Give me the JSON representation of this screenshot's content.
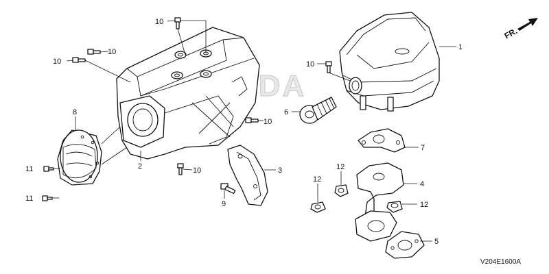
{
  "diagram": {
    "direction_label": "FR.",
    "watermark": "HONDA",
    "code": "V204E1600A",
    "callouts": [
      {
        "id": "c10a",
        "text": "10"
      },
      {
        "id": "c10b",
        "text": "10"
      },
      {
        "id": "c10c",
        "text": "10"
      },
      {
        "id": "c10d",
        "text": "10"
      },
      {
        "id": "c10e",
        "text": "10"
      },
      {
        "id": "c10f",
        "text": "10"
      },
      {
        "id": "c1",
        "text": "1"
      },
      {
        "id": "c8",
        "text": "8"
      },
      {
        "id": "c6",
        "text": "6"
      },
      {
        "id": "c7",
        "text": "7"
      },
      {
        "id": "c2",
        "text": "2"
      },
      {
        "id": "c3",
        "text": "3"
      },
      {
        "id": "c11a",
        "text": "11"
      },
      {
        "id": "c11b",
        "text": "11"
      },
      {
        "id": "c12a",
        "text": "12"
      },
      {
        "id": "c12b",
        "text": "12"
      },
      {
        "id": "c12c",
        "text": "12"
      },
      {
        "id": "c4",
        "text": "4"
      },
      {
        "id": "c9",
        "text": "9"
      },
      {
        "id": "c5",
        "text": "5"
      }
    ]
  }
}
